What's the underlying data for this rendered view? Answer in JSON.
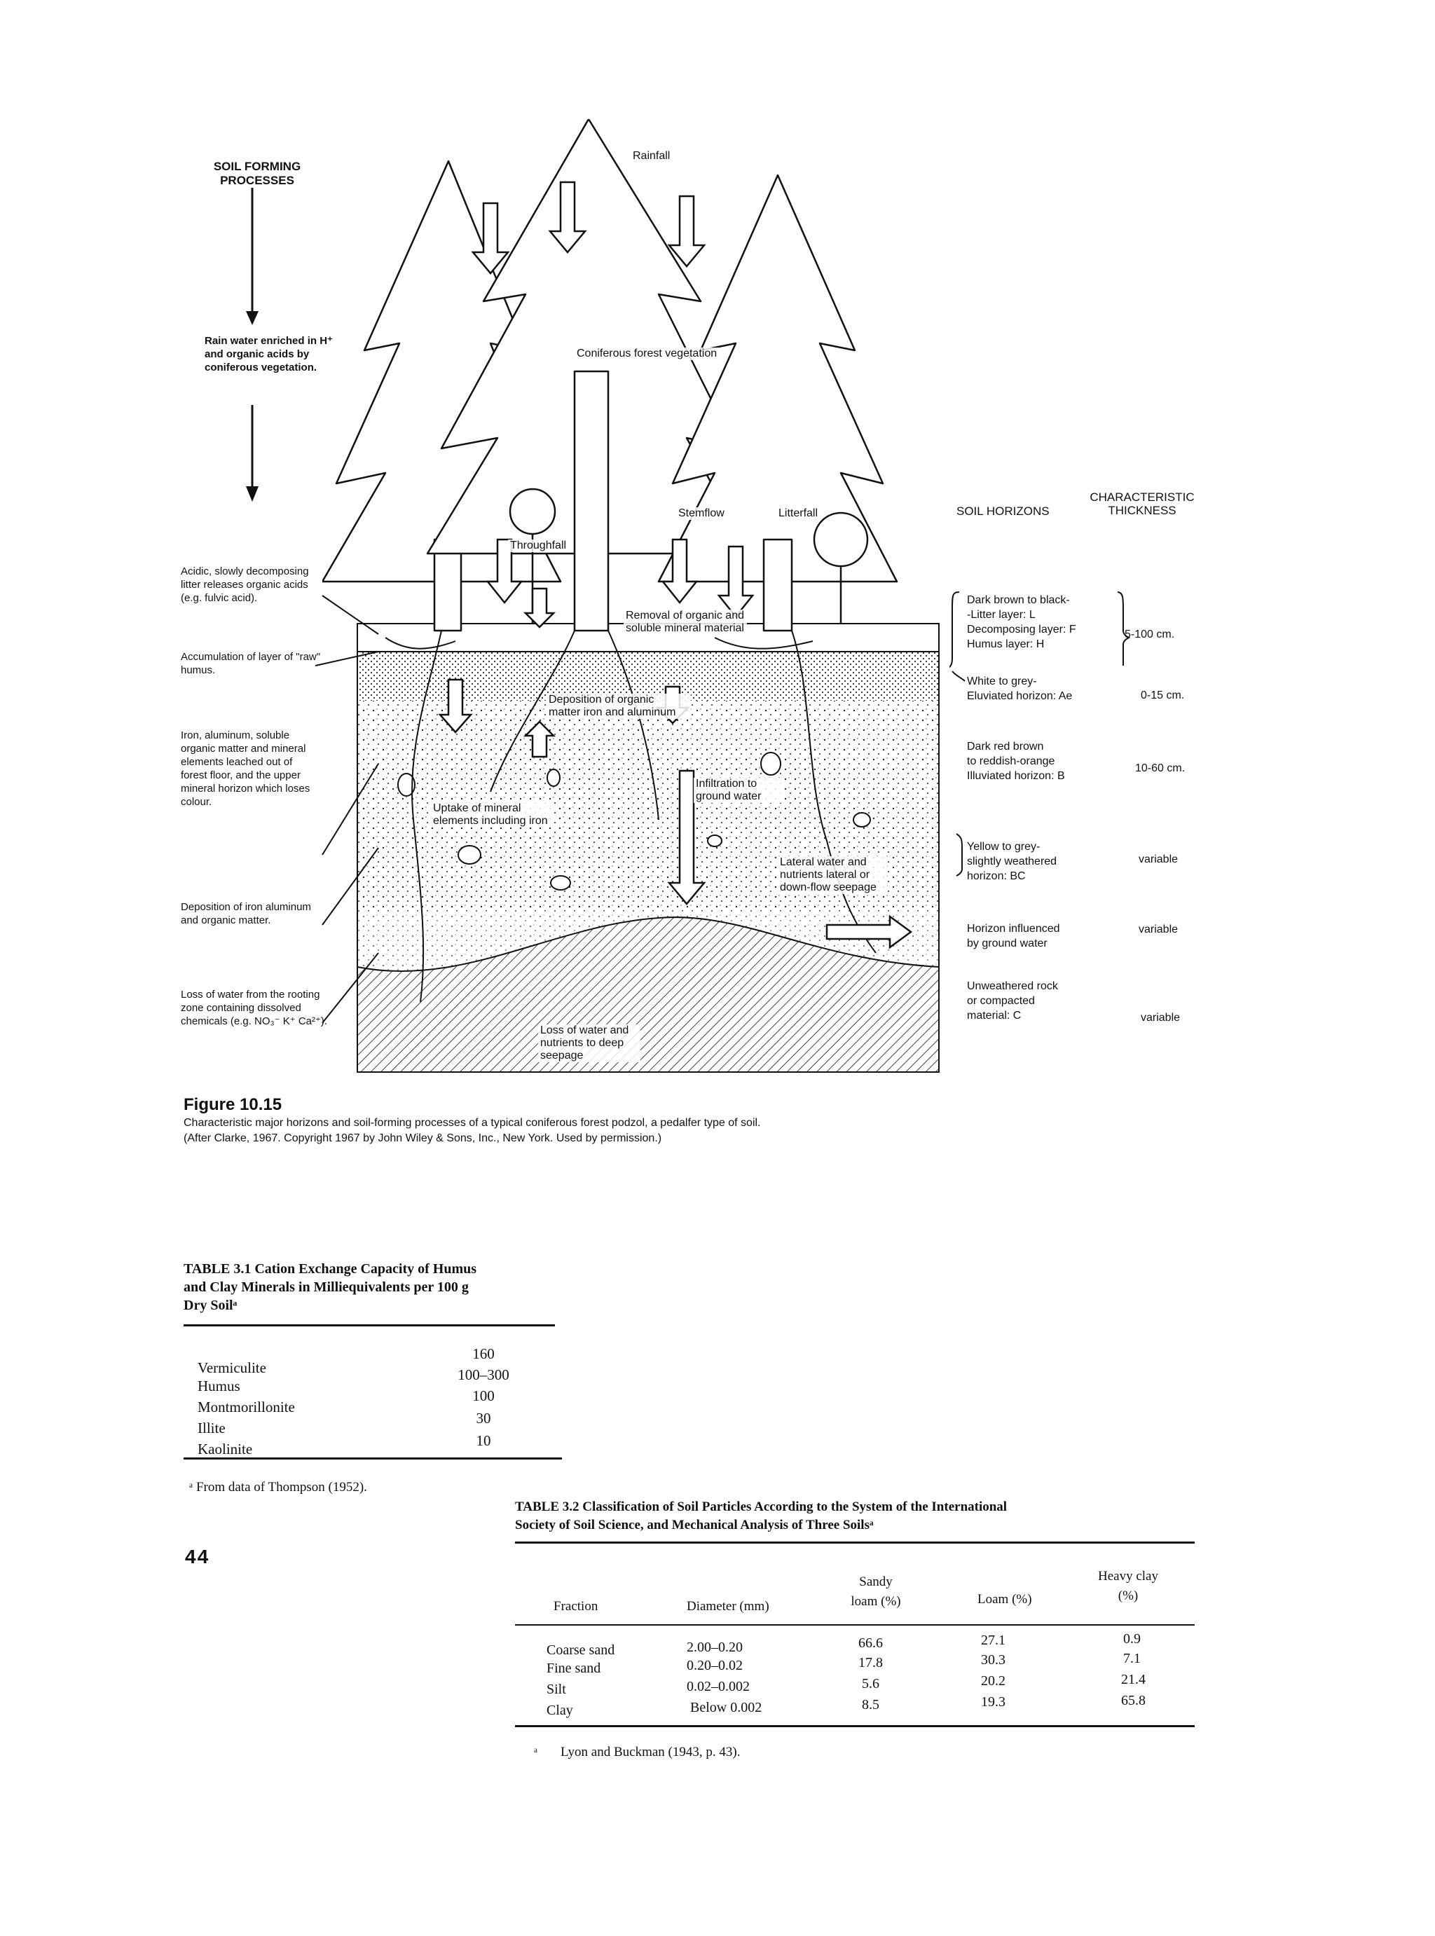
{
  "figure": {
    "processes_heading": "SOIL FORMING PROCESSES",
    "left_notes": [
      "Rain water enriched in H⁺ and organic acids by coniferous vegetation.",
      "Acidic, slowly decomposing litter releases organic acids (e.g. fulvic acid).",
      "Accumulation of layer of \"raw\" humus.",
      "Iron, aluminum, soluble organic matter and mineral elements leached out of forest floor, and the upper mineral horizon which loses colour.",
      "Deposition of iron aluminum and organic matter.",
      "Loss of water from the rooting zone containing dissolved chemicals (e.g. NO₃⁻ K⁺ Ca²⁺)."
    ],
    "labels": {
      "rainfall": "Rainfall",
      "vegetation": "Coniferous forest vegetation",
      "stemflow": "Stemflow",
      "litterfall": "Litterfall",
      "throughfall": "Throughfall",
      "removal": "Removal of organic and soluble mineral material",
      "deposition": "Deposition of organic matter iron and aluminum",
      "uptake": "Uptake of mineral elements including iron",
      "infiltration": "Infiltration to ground water",
      "lateral": "Lateral water and nutrients lateral or down-flow seepage",
      "loss_deep": "Loss of water and nutrients to deep seepage"
    },
    "horizons_heading": "SOIL HORIZONS",
    "thickness_heading": "CHARACTERISTIC THICKNESS",
    "horizons": [
      {
        "lines": [
          "Dark brown to black-",
          "-Litter layer: L",
          "Decomposing layer: F",
          "Humus layer: H"
        ],
        "thickness": "5-100 cm."
      },
      {
        "lines": [
          "White to grey-",
          "Eluviated horizon: Ae"
        ],
        "thickness": "0-15 cm."
      },
      {
        "lines": [
          "Dark red brown",
          "to reddish-orange",
          "Illuviated horizon: B"
        ],
        "thickness": "10-60 cm."
      },
      {
        "lines": [
          "Yellow to grey-",
          "slightly weathered",
          "horizon: BC"
        ],
        "thickness": "variable"
      },
      {
        "lines": [
          "Horizon influenced",
          "by ground water"
        ],
        "thickness": "variable"
      },
      {
        "lines": [
          "Unweathered rock",
          "or compacted",
          "material: C"
        ],
        "thickness": "variable"
      }
    ],
    "caption_title": "Figure 10.15",
    "caption_line1": "Characteristic major horizons and soil-forming processes of a typical coniferous forest podzol, a pedalfer type of soil.",
    "caption_line2": "(After Clarke, 1967. Copyright 1967 by John Wiley & Sons, Inc., New York. Used by permission.)"
  },
  "table31": {
    "title_line1": "TABLE 3.1  Cation Exchange Capacity of Humus",
    "title_line2": "and Clay Minerals in Milliequivalents per 100 g",
    "title_line3": "Dry Soilᵃ",
    "rows": [
      {
        "name": "Vermiculite",
        "value": "160"
      },
      {
        "name": "Humus",
        "value": "100–300"
      },
      {
        "name": "Montmorillonite",
        "value": "100"
      },
      {
        "name": "Illite",
        "value": "30"
      },
      {
        "name": "Kaolinite",
        "value": "10"
      }
    ],
    "footnote": "ᵃ From data of Thompson (1952)."
  },
  "page_number": "44",
  "table32": {
    "title_line1": "TABLE 3.2  Classification of Soil Particles According to the System of the International",
    "title_line2": "Society of Soil Science, and Mechanical Analysis of Three Soilsᵃ",
    "headers": {
      "fraction": "Fraction",
      "diameter": "Diameter (mm)",
      "sandy": "Sandy loam (%)",
      "loam": "Loam (%)",
      "clay": "Heavy clay (%)"
    },
    "rows": [
      {
        "fraction": "Coarse sand",
        "diameter": "2.00–0.20",
        "sandy": "66.6",
        "loam": "27.1",
        "clay": "0.9"
      },
      {
        "fraction": "Fine sand",
        "diameter": "0.20–0.02",
        "sandy": "17.8",
        "loam": "30.3",
        "clay": "7.1"
      },
      {
        "fraction": "Silt",
        "diameter": "0.02–0.002",
        "sandy": "5.6",
        "loam": "20.2",
        "clay": "21.4"
      },
      {
        "fraction": "Clay",
        "diameter": "Below 0.002",
        "sandy": "8.5",
        "loam": "19.3",
        "clay": "65.8"
      }
    ],
    "footnote_mark": "ᵃ",
    "footnote": "Lyon and Buckman (1943, p. 43)."
  }
}
